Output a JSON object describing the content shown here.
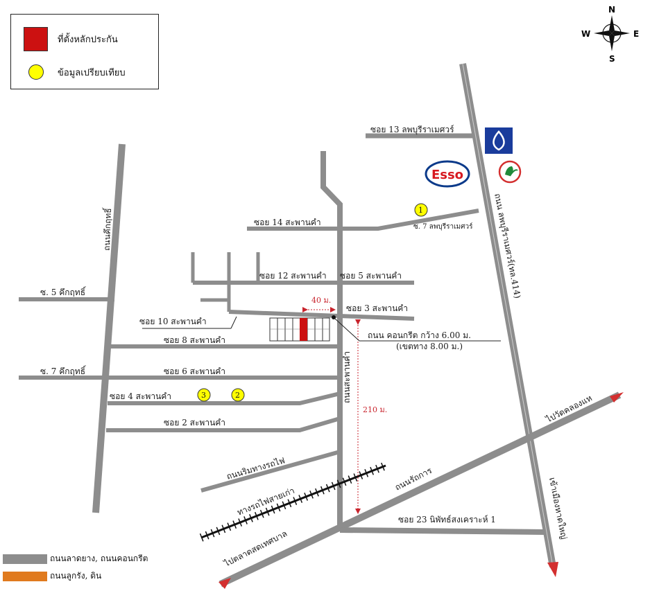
{
  "legend": {
    "collateral_label": "ที่ตั้งหลักประกัน",
    "collateral_color": "#cc1111",
    "comparable_label": "ข้อมูลเปรียบเทียบ",
    "comparable_color": "#ffff00"
  },
  "bottom_legend": {
    "paved_label": "ถนนลาดยาง, ถนนคอนกรีต",
    "paved_color": "#8d8d8d",
    "laterite_label": "ถนนลูกรัง, ดิน",
    "laterite_color": "#e07a1e"
  },
  "compass": {
    "n": "N",
    "s": "S",
    "e": "E",
    "w": "W"
  },
  "brands": {
    "esso": "Esso"
  },
  "roads": {
    "soi13_lopburi": "ซอย 13 ลพบุรีราเมศวร์",
    "soi14": "ซอย 14 สะพานคำ",
    "so7_lopburi": "ซ. 7 ลพบุรีราเมศวร์",
    "lopburi_main": "ถนน ลพบุรีราเมศวร์(ทล.414)",
    "kitrit_road": "ถนนคึกฤทธิ์",
    "soi12": "ซอย 12 สะพานคำ",
    "soi5": "ซอย 5 สะพานคำ",
    "so5_kitrit": "ซ. 5 คึกฤทธิ์",
    "soi3": "ซอย 3 สะพานคำ",
    "soi10": "ซอย 10 สะพานคำ",
    "soi8": "ซอย 8 สะพานคำ",
    "concrete_note_1": "ถนน คอนกรีต กว้าง 6.00 ม.",
    "concrete_note_2": "(เขตทาง 8.00 ม.)",
    "so7_kitrit": "ซ. 7 คึกฤทธิ์",
    "soi6": "ซอย 6 สะพานคำ",
    "saphan_kham_road": "ถนนสะพานคำ",
    "soi4": "ซอย 4 สะพานคำ",
    "soi2": "ซอย 2 สะพานคำ",
    "to_wat_khlong_hae": "ไปวัดคลองแห",
    "rim_rail_road": "ถนนริมทางรถไฟ",
    "ratthakan_road": "ถนนรัถการ",
    "old_railway": "ทางรถไฟสายเก่า",
    "to_hat_yai": "เข้าเมืองหาดใหญ่",
    "soi23": "ซอย 23 นิพัทธ์สงเคราะห์ 1",
    "to_talat_sot": "ไปตลาดสดเทศบาล"
  },
  "distances": {
    "d40": "40 ม.",
    "d210": "210 ม."
  },
  "markers": [
    {
      "id": "1",
      "label": "1"
    },
    {
      "id": "2",
      "label": "2"
    },
    {
      "id": "3",
      "label": "3"
    }
  ]
}
